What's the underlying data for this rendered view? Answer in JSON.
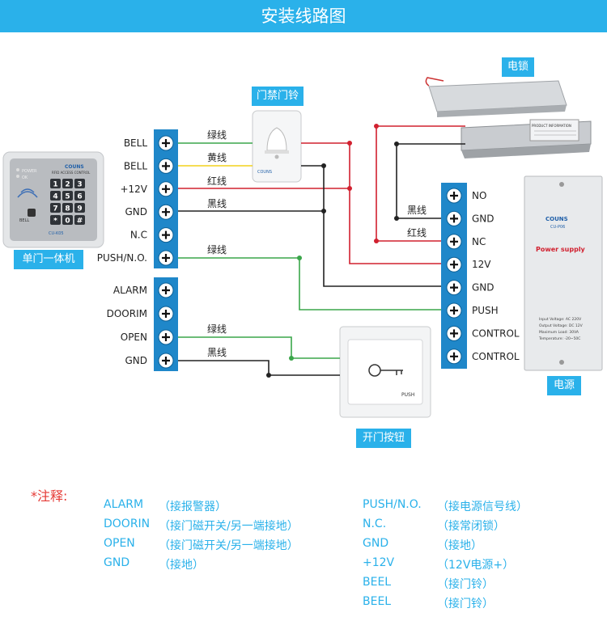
{
  "header": {
    "title": "安装线路图"
  },
  "devices": {
    "keypad": {
      "label": "单门一体机",
      "brand": "COUNS",
      "model": "CU-K05",
      "sub_text": "RFID ACCESS CONTROL",
      "status_power": "POWER",
      "status_ok": "OK",
      "bell_key": "BELL",
      "keys": [
        "1",
        "2",
        "3",
        "4",
        "5",
        "6",
        "7",
        "8",
        "9",
        "*",
        "0",
        "#"
      ]
    },
    "doorbell": {
      "label": "门禁门铃",
      "brand": "COUNS"
    },
    "lock": {
      "label": "电锁",
      "plate": "PRODUCT INFORMATION"
    },
    "power": {
      "label": "电源",
      "brand": "COUNS",
      "model": "CU-P06",
      "title": "Power supply",
      "specs": [
        "Input Voltage: AC 220V",
        "Output Voltage: DC 12V",
        "Maximum Load: 30VA",
        "Temperature: -20~50C"
      ]
    },
    "button": {
      "label": "开门按钮",
      "text": "PUSH"
    }
  },
  "terminals": {
    "left_top": [
      "BELL",
      "BELL",
      "+12V",
      "GND",
      "N.C",
      "PUSH/N.O."
    ],
    "left_bottom": [
      "ALARM",
      "DOORIM",
      "OPEN",
      "GND"
    ],
    "right": [
      "NO",
      "GND",
      "NC",
      "12V",
      "GND",
      "PUSH",
      "CONTROL",
      "CONTROL"
    ]
  },
  "wire_labels": {
    "bell1": "绿线",
    "bell2": "黄线",
    "v12": "红线",
    "gnd": "黑线",
    "push": "绿线",
    "open": "绿线",
    "gnd2": "黑线",
    "lock_gnd": "黑线",
    "lock_nc": "红线"
  },
  "colors": {
    "accent": "#2ab1ea",
    "green": "#3aa64a",
    "yellow": "#f2d21b",
    "red": "#d1202f",
    "black": "#222222",
    "terminal": "#1f87c9",
    "note_title": "#e53935"
  },
  "notes": {
    "title": "*注释:",
    "left": [
      {
        "key": "ALARM",
        "val": "（接报警器）"
      },
      {
        "key": "DOORIN",
        "val": "（接门磁开关/另一端接地）"
      },
      {
        "key": "OPEN",
        "val": "（接门磁开关/另一端接地）"
      },
      {
        "key": "GND",
        "val": "（接地）"
      }
    ],
    "right": [
      {
        "key": "PUSH/N.O.",
        "val": "（接电源信号线）"
      },
      {
        "key": "N.C.",
        "val": "（接常闭锁）"
      },
      {
        "key": "GND",
        "val": "（接地）"
      },
      {
        "key": "+12V",
        "val": "（12V电源+）"
      },
      {
        "key": "BEEL",
        "val": "（接门铃）"
      },
      {
        "key": "BEEL",
        "val": "（接门铃）"
      }
    ]
  }
}
